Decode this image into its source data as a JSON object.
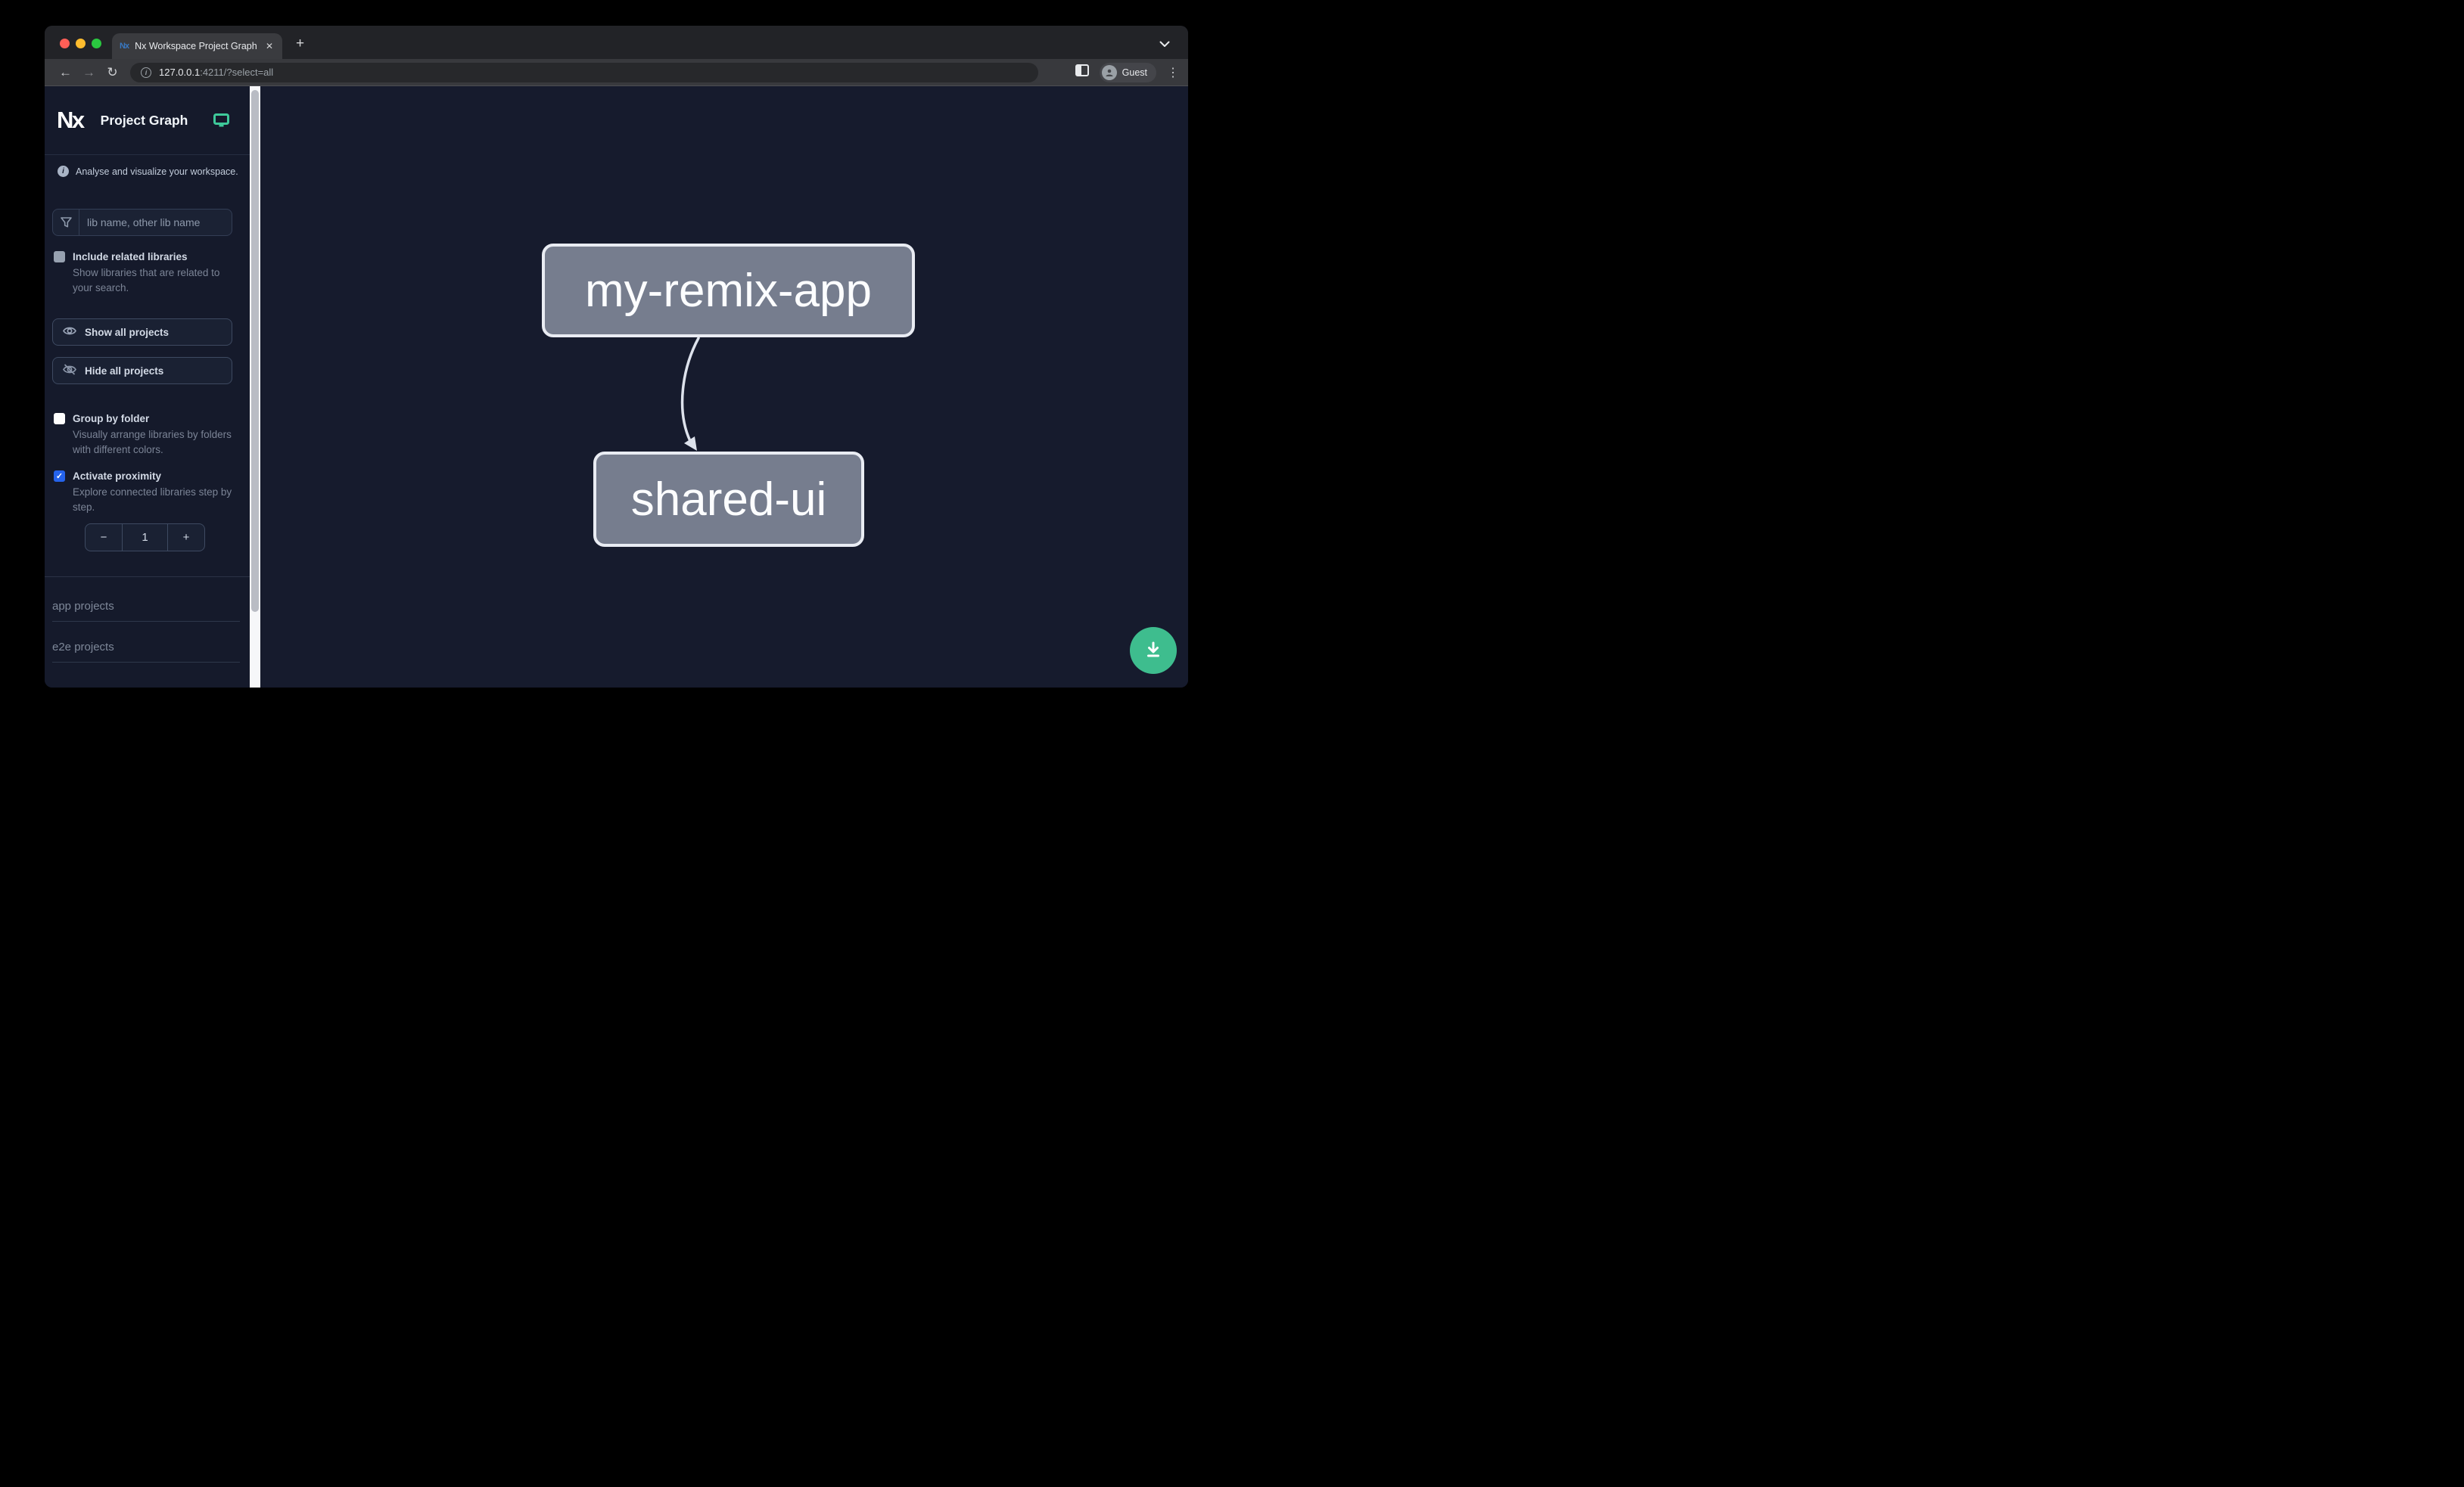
{
  "browser": {
    "tab_title": "Nx Workspace Project Graph",
    "favicon_text": "Nx",
    "close_glyph": "✕",
    "new_tab_glyph": "+",
    "back_glyph": "←",
    "forward_glyph": "→",
    "reload_glyph": "↻",
    "url_host": "127.0.0.1",
    "url_rest": ":4211/?select=all",
    "info_glyph": "i",
    "profile_label": "Guest",
    "menu_glyph": "⋮"
  },
  "sidebar": {
    "app_title": "Project Graph",
    "logo_text": "Nx",
    "tagline": "Analyse and visualize your workspace.",
    "info_glyph": "i",
    "filter_placeholder": "lib name, other lib name",
    "options": [
      {
        "label": "Include related libraries",
        "description": "Show libraries that are related to your search.",
        "checked": false
      },
      {
        "label": "Group by folder",
        "description": "Visually arrange libraries by folders with different colors.",
        "checked": false
      },
      {
        "label": "Activate proximity",
        "description": "Explore connected libraries step by step.",
        "checked": true,
        "check_glyph": "✓"
      }
    ],
    "show_all_label": "Show all projects",
    "hide_all_label": "Hide all projects",
    "stepper": {
      "decrement": "−",
      "value": "1",
      "increment": "+"
    },
    "sections": [
      {
        "label": "app projects"
      },
      {
        "label": "e2e projects"
      }
    ]
  },
  "graph": {
    "nodes": [
      {
        "id": "my-remix-app"
      },
      {
        "id": "shared-ui"
      }
    ],
    "edges": [
      {
        "source": "my-remix-app",
        "target": "shared-ui"
      }
    ]
  },
  "colors": {
    "checkbox_checked_blue": "#2563eb",
    "fab_green": "#3ebd8e",
    "monitor_teal": "#3ec99a",
    "node_fill": "#767d8e",
    "node_border": "#e9ecf3",
    "edge_stroke": "#dde2ec",
    "canvas_bg": "#161b2d",
    "sidebar_bg": "#151a2b",
    "traffic_red": "#ff5f57",
    "traffic_yellow": "#febc2e",
    "traffic_green": "#2ac840"
  }
}
